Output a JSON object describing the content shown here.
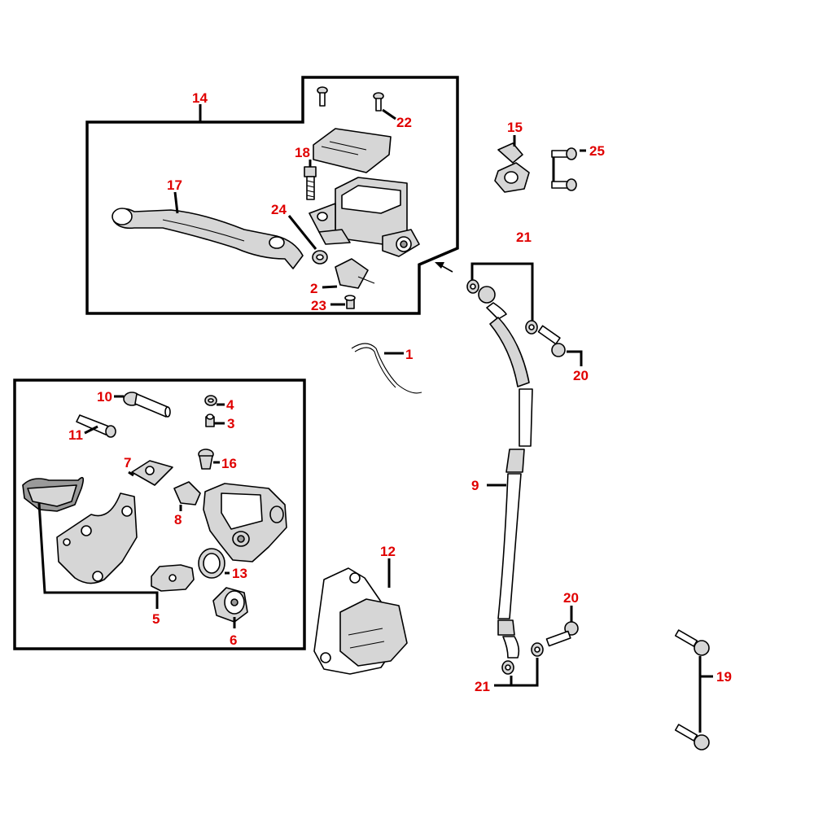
{
  "callouts": {
    "c1": "1",
    "c2": "2",
    "c3": "3",
    "c4": "4",
    "c5": "5",
    "c6": "6",
    "c7": "7",
    "c8": "8",
    "c9": "9",
    "c10": "10",
    "c11": "11",
    "c12": "12",
    "c13": "13",
    "c14": "14",
    "c15": "15",
    "c16": "16",
    "c17": "17",
    "c18": "18",
    "c19": "19",
    "c20a": "20",
    "c20b": "20",
    "c21a": "21",
    "c21b": "21",
    "c22": "22",
    "c23": "23",
    "c24": "24",
    "c25": "25"
  },
  "colors": {
    "callout_text": "#e00000",
    "lines": "#000000",
    "background": "#ffffff",
    "part_shade": "#d6d6d6"
  }
}
